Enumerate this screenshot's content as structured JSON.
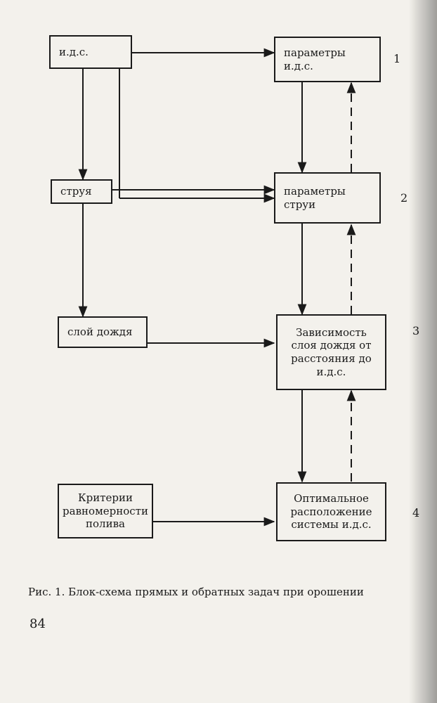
{
  "nodes": {
    "ids": "и.д.с.",
    "ids_params": "параметры\nи.д.с.",
    "jet": "струя",
    "jet_params": "параметры\nструи",
    "rain_layer": "слой дождя",
    "dependency": "Зависимость\nслоя дождя от\nрасстояния до\nи.д.с.",
    "criteria": "Критерии\nравномерности\nполива",
    "optimal": "Оптимальное\nрасположение\nсистемы и.д.с."
  },
  "numbers": {
    "n1": "1",
    "n2": "2",
    "n3": "3",
    "n4": "4"
  },
  "caption": "Рис. 1. Блок-схема прямых и обратных задач при орошении",
  "page_number": "84"
}
